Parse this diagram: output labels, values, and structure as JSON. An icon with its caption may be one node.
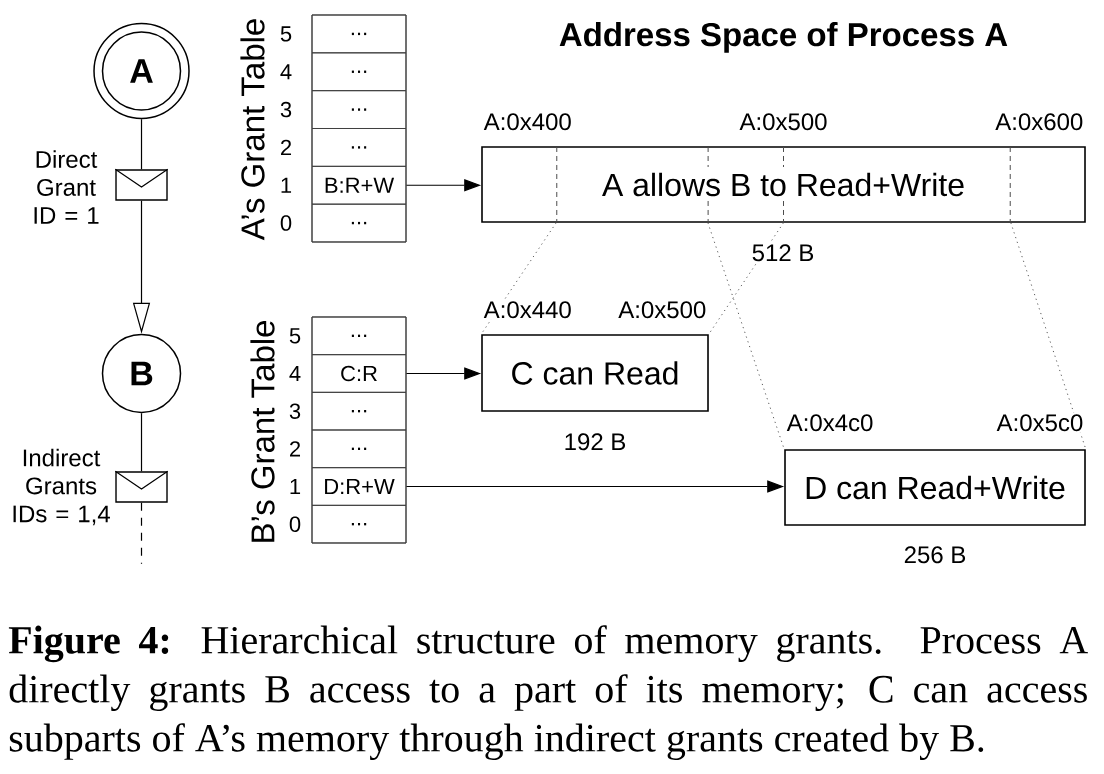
{
  "diagram": {
    "title": "Address Space of Process A",
    "caption": "**Figure 4:** Hierarchical structure of memory grants. Process A directly grants B access to a part of its memory; C can access subparts of A’s memory through indirect grants created by B.",
    "nodes": [
      {
        "text": [
          "A"
        ]
      },
      {
        "text": [],
        "shape": "envelope",
        "beside": [
          "Direct Grant ID = 1"
        ]
      },
      {
        "text": [
          "B"
        ]
      },
      {
        "text": [],
        "shape": "envelope",
        "beside": [
          "Indirect Grants IDs = 1,4"
        ]
      },
      {
        "text": [
          "A’s Grant Table"
        ]
      },
      {
        "text": [
          "..."
        ],
        "in": 4,
        "beside": [
          "5"
        ]
      },
      {
        "text": [
          "..."
        ],
        "in": 4,
        "beside": [
          "4"
        ]
      },
      {
        "text": [
          "..."
        ],
        "in": 4,
        "beside": [
          "3"
        ]
      },
      {
        "text": [
          "..."
        ],
        "in": 4,
        "beside": [
          "2"
        ]
      },
      {
        "text": [
          "B:R+W"
        ],
        "in": 4,
        "beside": [
          "1"
        ]
      },
      {
        "text": [
          "..."
        ],
        "in": 4,
        "beside": [
          "0"
        ]
      },
      {
        "text": [
          "A allows B to Read+Write"
        ],
        "beside": [
          "A:0x400",
          "A:0x500",
          "A:0x600",
          "512 B"
        ]
      },
      {
        "text": [
          "B’s Grant Table"
        ]
      },
      {
        "text": [
          "..."
        ],
        "in": 12,
        "beside": [
          "5"
        ]
      },
      {
        "text": [
          "C:R"
        ],
        "in": 12,
        "beside": [
          "4"
        ]
      },
      {
        "text": [
          "..."
        ],
        "in": 12,
        "beside": [
          "3"
        ]
      },
      {
        "text": [
          "..."
        ],
        "in": 12,
        "beside": [
          "2"
        ]
      },
      {
        "text": [
          "D:R+W"
        ],
        "in": 12,
        "beside": [
          "1"
        ]
      },
      {
        "text": [
          "..."
        ],
        "in": 12,
        "beside": [
          "0"
        ]
      },
      {
        "text": [
          "C can Read"
        ],
        "beside": [
          "A:0x440",
          "A:0x500",
          "192 B"
        ]
      },
      {
        "text": [
          "D can Read+Write"
        ],
        "beside": [
          "A:0x4c0",
          "A:0x5c0",
          "256 B"
        ]
      }
    ],
    "edges": [
      {
        "from": 0,
        "to": 1,
        "arrow": "none"
      },
      {
        "from": 1,
        "to": 2,
        "arrow": "to"
      },
      {
        "from": 2,
        "to": 3,
        "arrow": "none"
      },
      {
        "from": 3,
        "to": null,
        "arrow": "none",
        "style": "dashed"
      },
      {
        "from": 9,
        "to": 11,
        "arrow": "to"
      },
      {
        "from": 14,
        "to": 19,
        "arrow": "to"
      },
      {
        "from": 17,
        "to": 20,
        "arrow": "to"
      },
      {
        "from": 11,
        "to": 19,
        "arrow": "none",
        "style": "dashed"
      },
      {
        "from": 11,
        "to": 19,
        "arrow": "none",
        "style": "dashed"
      },
      {
        "from": 11,
        "to": 20,
        "arrow": "none",
        "style": "dashed"
      },
      {
        "from": 11,
        "to": 20,
        "arrow": "none",
        "style": "dashed"
      }
    ]
  }
}
